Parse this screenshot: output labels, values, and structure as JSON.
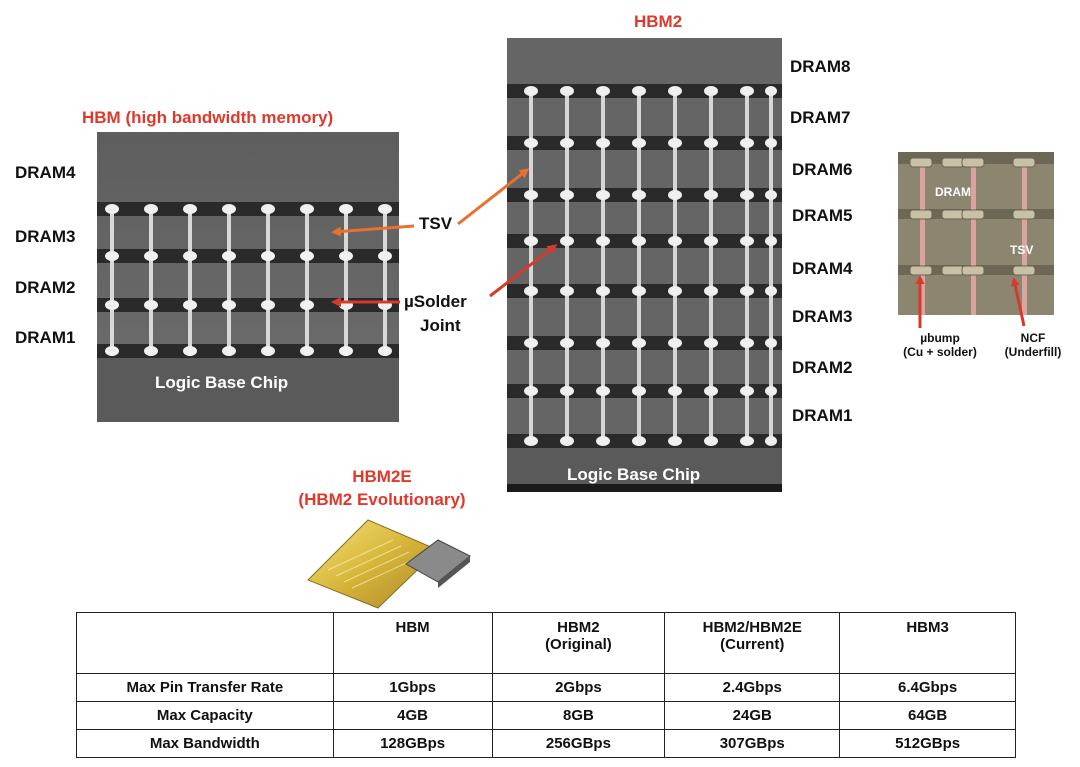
{
  "hbm_left": {
    "title": "HBM (high bandwidth memory)",
    "layers": [
      "DRAM4",
      "DRAM3",
      "DRAM2",
      "DRAM1"
    ],
    "base_label": "Logic Base Chip"
  },
  "hbm2_center": {
    "title": "HBM2",
    "layers": [
      "DRAM8",
      "DRAM7",
      "DRAM6",
      "DRAM5",
      "DRAM4",
      "DRAM3",
      "DRAM2",
      "DRAM1"
    ],
    "base_label": "Logic Base Chip"
  },
  "callouts": {
    "tsv": "TSV",
    "solder_line1": "µSolder",
    "solder_line2": "Joint"
  },
  "closeup": {
    "dram": "DRAM",
    "tsv": "TSV",
    "ubump_line1": "µbump",
    "ubump_line2": "(Cu + solder)",
    "ncf_line1": "NCF",
    "ncf_line2": "(Underfill)"
  },
  "hbm2e": {
    "title_line1": "HBM2E",
    "title_line2": "(HBM2 Evolutionary)"
  },
  "table": {
    "headers": [
      {
        "line1": "",
        "line2": ""
      },
      {
        "line1": "HBM",
        "line2": ""
      },
      {
        "line1": "HBM2",
        "line2": "(Original)"
      },
      {
        "line1": "HBM2/HBM2E",
        "line2": "(Current)"
      },
      {
        "line1": "HBM3",
        "line2": ""
      }
    ],
    "rows": [
      {
        "label": "Max Pin Transfer Rate",
        "values": [
          "1Gbps",
          "2Gbps",
          "2.4Gbps",
          "6.4Gbps"
        ]
      },
      {
        "label": "Max Capacity",
        "values": [
          "4GB",
          "8GB",
          "24GB",
          "64GB"
        ]
      },
      {
        "label": "Max Bandwidth",
        "values": [
          "128GBps",
          "256GBps",
          "307GBps",
          "512GBps"
        ]
      }
    ]
  },
  "colors": {
    "title_red": "#e0392b",
    "arrow_orange": "#e8712f",
    "arrow_red": "#d63a2a",
    "die_gray": "#6b6b6b",
    "bond_dark": "#2a2a2a"
  }
}
